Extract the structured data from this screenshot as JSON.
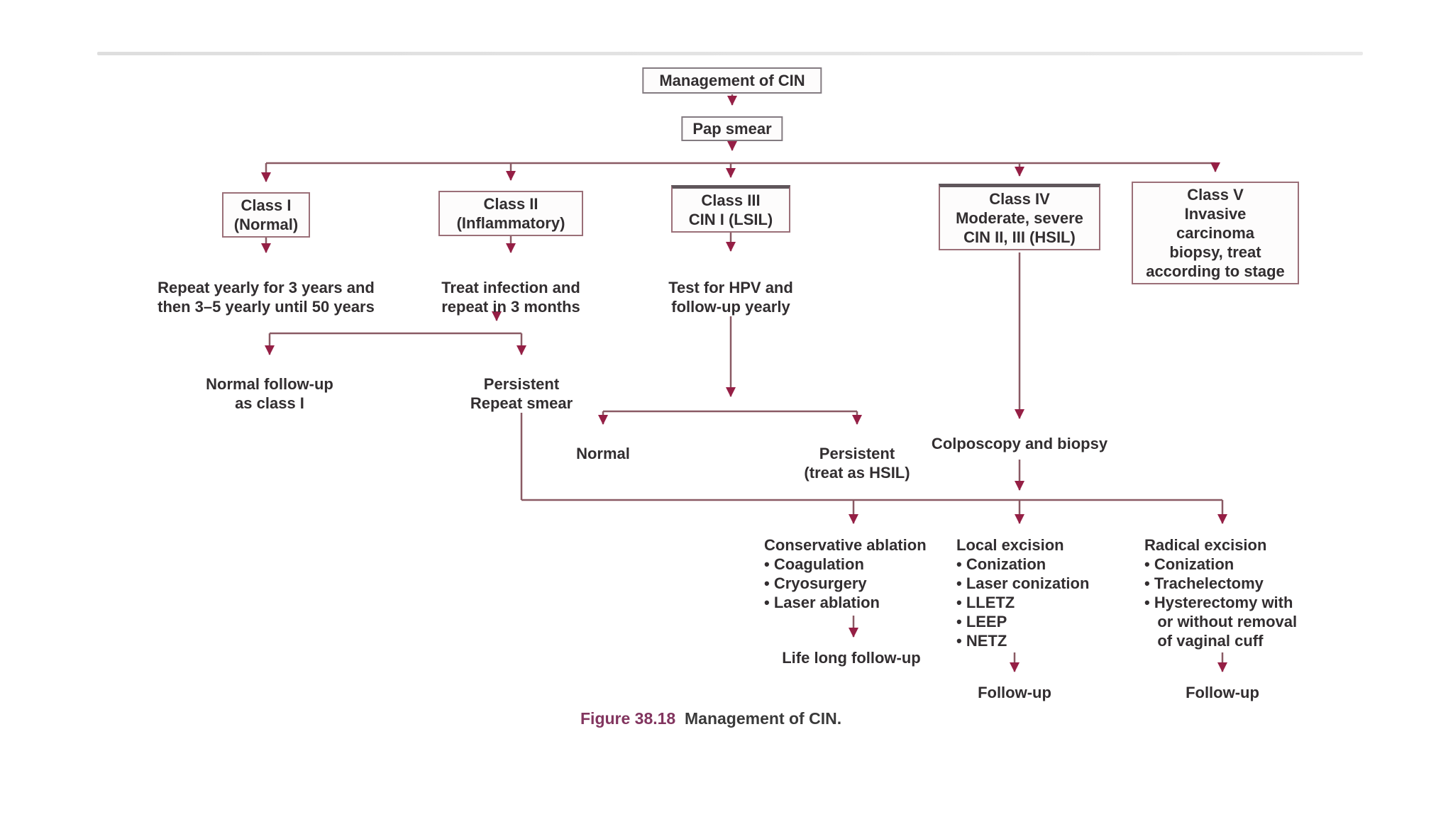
{
  "figure_title": "Management of CIN",
  "colors": {
    "line": "#8a5a64",
    "arrowhead": "#951f45",
    "box_border": "#9b6f78",
    "box_border_dark_top": "#5f565b",
    "text": "#322e30",
    "caption_label": "#82355f",
    "caption_text": "#3a3a3a",
    "top_rule": "#e6e6e6",
    "background": "#ffffff"
  },
  "flowchart": {
    "root": "Management of CIN",
    "pap_smear": "Pap smear",
    "classes": [
      {
        "lines": [
          "Class I",
          "(Normal)"
        ]
      },
      {
        "lines": [
          "Class II",
          "(Inflammatory)"
        ]
      },
      {
        "lines": [
          "Class III",
          "CIN I (LSIL)"
        ]
      },
      {
        "lines": [
          "Class IV",
          "Moderate, severe",
          "CIN II, III (HSIL)"
        ]
      },
      {
        "lines": [
          "Class V",
          "Invasive",
          "carcinoma",
          "biopsy, treat",
          "according to stage"
        ]
      }
    ],
    "actions": {
      "class1": [
        "Repeat yearly for 3 years and",
        "then 3–5 yearly until 50 years"
      ],
      "class2": [
        "Treat infection and",
        "repeat in 3 months"
      ],
      "class3": [
        "Test for HPV and",
        "follow-up yearly"
      ]
    },
    "outcomes": {
      "normal_followup": [
        "Normal follow-up",
        "as class I"
      ],
      "persistent_repeat": [
        "Persistent",
        "Repeat smear"
      ],
      "normal": "Normal",
      "persistent_hsil": [
        "Persistent",
        "(treat as HSIL)"
      ],
      "colposcopy": "Colposcopy and biopsy"
    },
    "treatments": {
      "conservative": {
        "lines": [
          "Conservative ablation",
          "• Coagulation",
          "• Cryosurgery",
          "• Laser ablation"
        ],
        "followup": "Life long follow-up"
      },
      "local": {
        "lines": [
          "Local excision",
          "• Conization",
          "• Laser conization",
          "• LLETZ",
          "• LEEP",
          "• NETZ"
        ],
        "followup": "Follow-up"
      },
      "radical": {
        "lines": [
          "Radical excision",
          "• Conization",
          "• Trachelectomy",
          "• Hysterectomy with",
          "   or without removal",
          "   of vaginal cuff"
        ],
        "followup": "Follow-up"
      }
    }
  },
  "caption": {
    "label": "Figure 38.18",
    "text": "Management of CIN."
  }
}
